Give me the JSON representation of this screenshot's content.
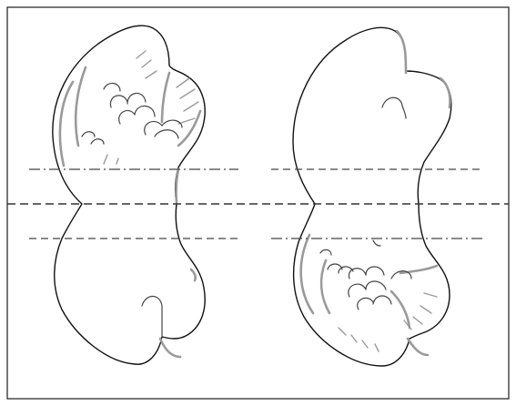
{
  "figure": {
    "panels": [
      {
        "id": "left",
        "marking": "top-half-details"
      },
      {
        "id": "right",
        "marking": "bottom-half-details"
      }
    ],
    "line_types": [
      "dashed",
      "dash-dot"
    ],
    "colors": {
      "outline": "#111111",
      "shading": "#9a9a9a",
      "frame": "#1b1b1b",
      "background": "#ffffff"
    }
  }
}
